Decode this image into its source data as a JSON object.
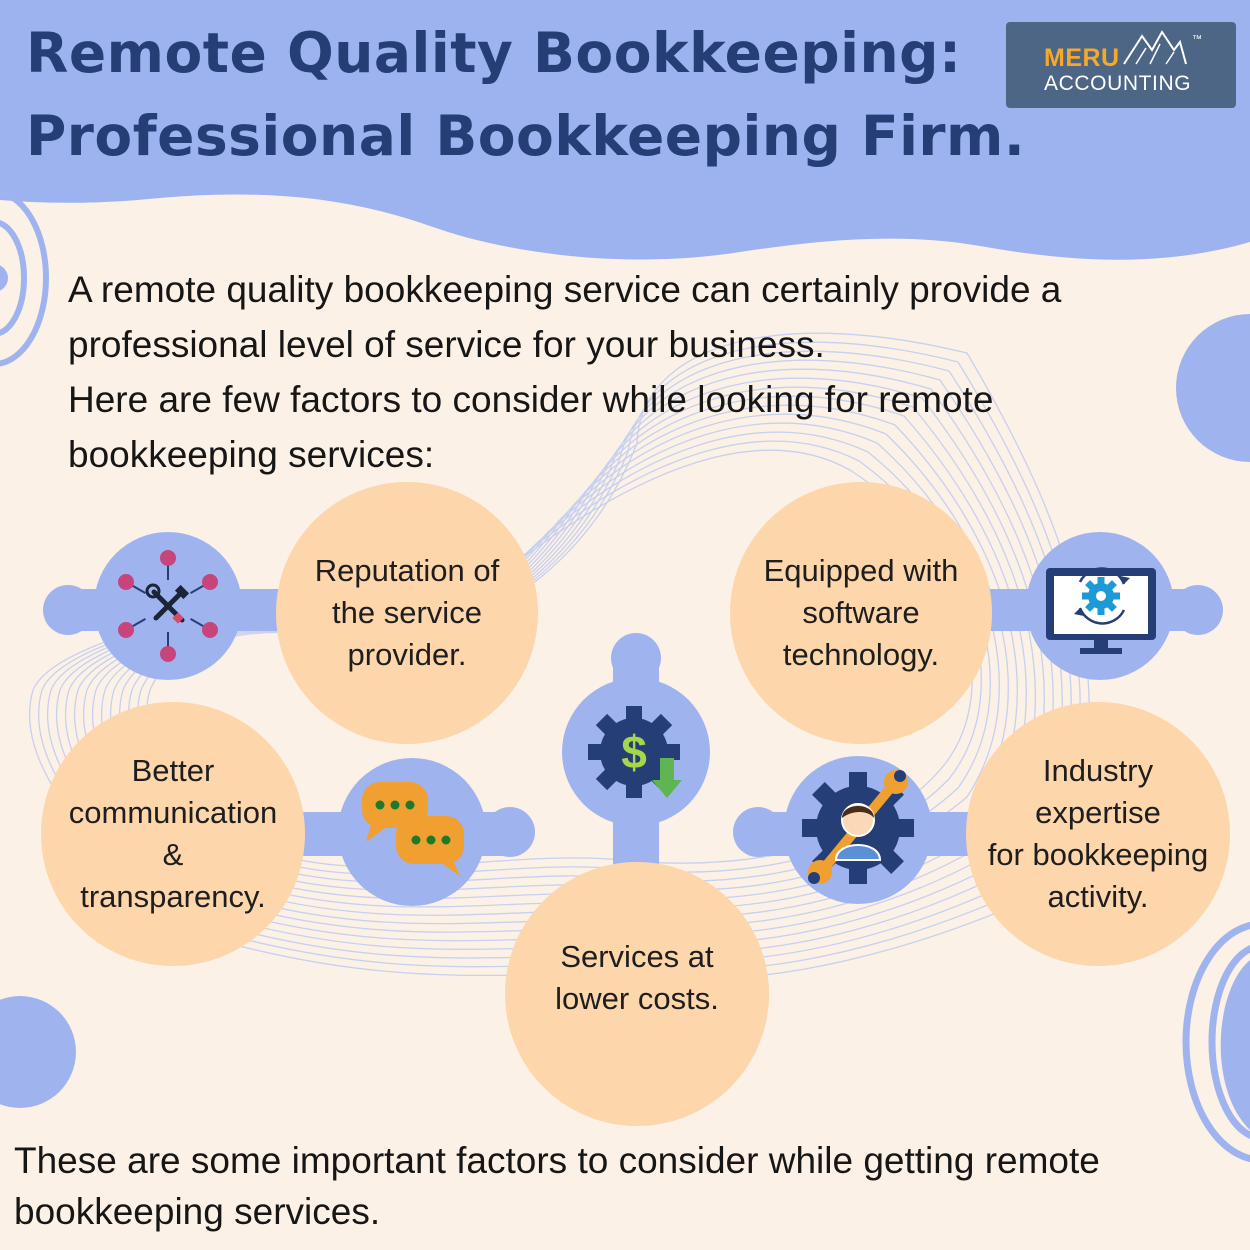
{
  "header": {
    "title_line_1": "Remote Quality Bookkeeping:",
    "title_line_2": "Professional Bookkeeping Firm."
  },
  "logo": {
    "brand": "MERU",
    "sub": "ACCOUNTING",
    "trademark": "™"
  },
  "intro": {
    "line_1": "A remote quality bookkeeping service can certainly provide a",
    "line_2": "professional level of service for your business.",
    "line_3": "Here are few factors to consider while looking for remote",
    "line_4": "bookkeeping services:"
  },
  "factors": [
    {
      "lines": [
        "Reputation of",
        "the service",
        "provider."
      ],
      "icon": "tools-network-icon"
    },
    {
      "lines": [
        "Equipped with",
        "software",
        "technology."
      ],
      "icon": "monitor-gear-icon"
    },
    {
      "lines": [
        "Better",
        "communication",
        "&",
        "transparency."
      ],
      "icon": "chat-bubbles-icon"
    },
    {
      "lines": [
        "Services at",
        "lower costs."
      ],
      "icon": "dollar-gear-icon"
    },
    {
      "lines": [
        "Industry",
        "expertise",
        "for bookkeeping",
        "activity."
      ],
      "icon": "expert-gear-icon"
    }
  ],
  "outro": {
    "line_1": "These are some important factors to consider while getting remote",
    "line_2": "bookkeeping services."
  },
  "colors": {
    "navy": "#253e75",
    "header_blue": "#9cb3f0",
    "accent_blue": "#9fb4ef",
    "peach": "#fdd6ab",
    "background": "#fcf1e6",
    "logo_bg": "#4d6686",
    "logo_orange": "#f4a92a",
    "icon_orange": "#f0a030",
    "icon_green": "#5eb552",
    "icon_pink": "#c7457a"
  }
}
